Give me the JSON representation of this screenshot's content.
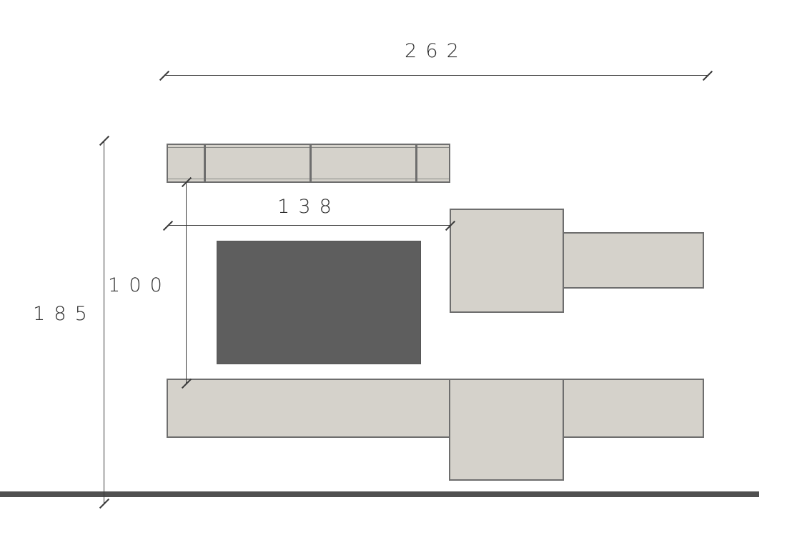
{
  "dimensions": {
    "overall_width": "262",
    "overall_height": "185",
    "inner_width": "138",
    "inner_height": "100"
  },
  "colors": {
    "background": "#ffffff",
    "dim_color": "#3a3a3a",
    "text_color": "#2e2e2e",
    "cabinet_fill": "#d5d2cb",
    "cabinet_border": "#6e6e6e",
    "panel_fill": "#5e5e5e",
    "floor_color": "#505050"
  }
}
